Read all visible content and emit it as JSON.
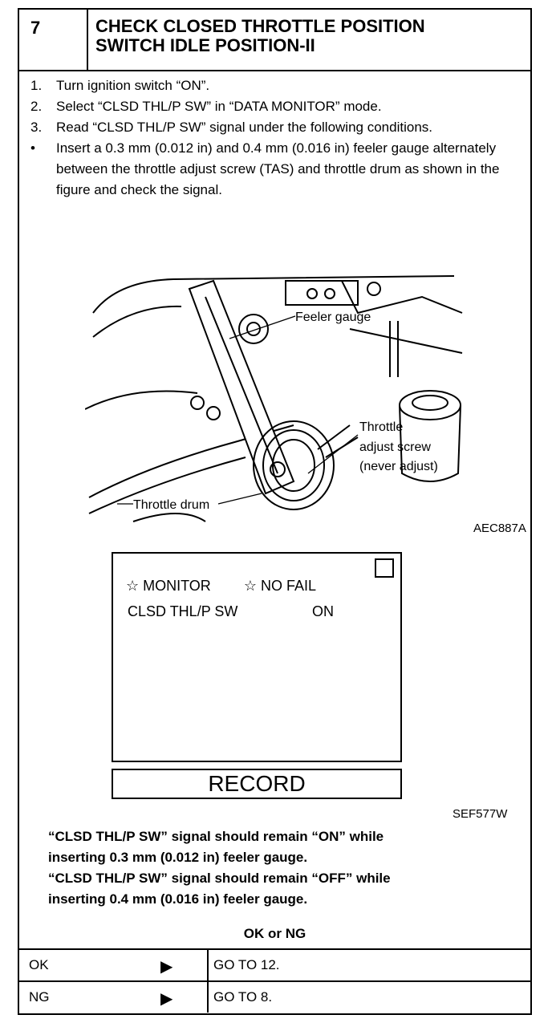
{
  "header": {
    "step_number": "7",
    "title_line1": "CHECK CLOSED THROTTLE POSITION",
    "title_line2": "SWITCH IDLE POSITION-II"
  },
  "steps": [
    {
      "num": "1.",
      "text": "Turn ignition switch “ON”."
    },
    {
      "num": "2.",
      "text": "Select “CLSD THL/P SW” in “DATA MONITOR” mode."
    },
    {
      "num": "3.",
      "text": "Read “CLSD THL/P SW” signal under the following conditions."
    },
    {
      "num": "•",
      "text": "Insert a 0.3 mm (0.012 in) and 0.4 mm (0.016 in) feeler gauge alternately between the throttle adjust screw (TAS) and throttle drum as shown in the figure and check the signal."
    }
  ],
  "figure1": {
    "label_feeler": "Feeler gauge",
    "label_tas1": "Throttle",
    "label_tas2": "adjust screw",
    "label_tas3": "(never adjust)",
    "label_drum": "Throttle drum",
    "caption": "AEC887A"
  },
  "monitor": {
    "header_left": "☆ MONITOR",
    "header_right": "☆ NO FAIL",
    "item_name": "CLSD THL/P SW",
    "item_value": "ON",
    "record_label": "RECORD",
    "caption": "SEF577W"
  },
  "result": {
    "line1": "“CLSD THL/P SW” signal should remain “ON” while",
    "line2": "inserting 0.3 mm (0.012 in) feeler gauge.",
    "line3": "“CLSD THL/P SW” signal should remain “OFF” while",
    "line4": "inserting 0.4 mm (0.016 in) feeler gauge."
  },
  "ok_ng_label": "OK or NG",
  "outcomes": [
    {
      "key": "OK",
      "arrow": "▶",
      "goto": "GO TO 12."
    },
    {
      "key": "NG",
      "arrow": "▶",
      "goto": "GO TO 8."
    }
  ]
}
